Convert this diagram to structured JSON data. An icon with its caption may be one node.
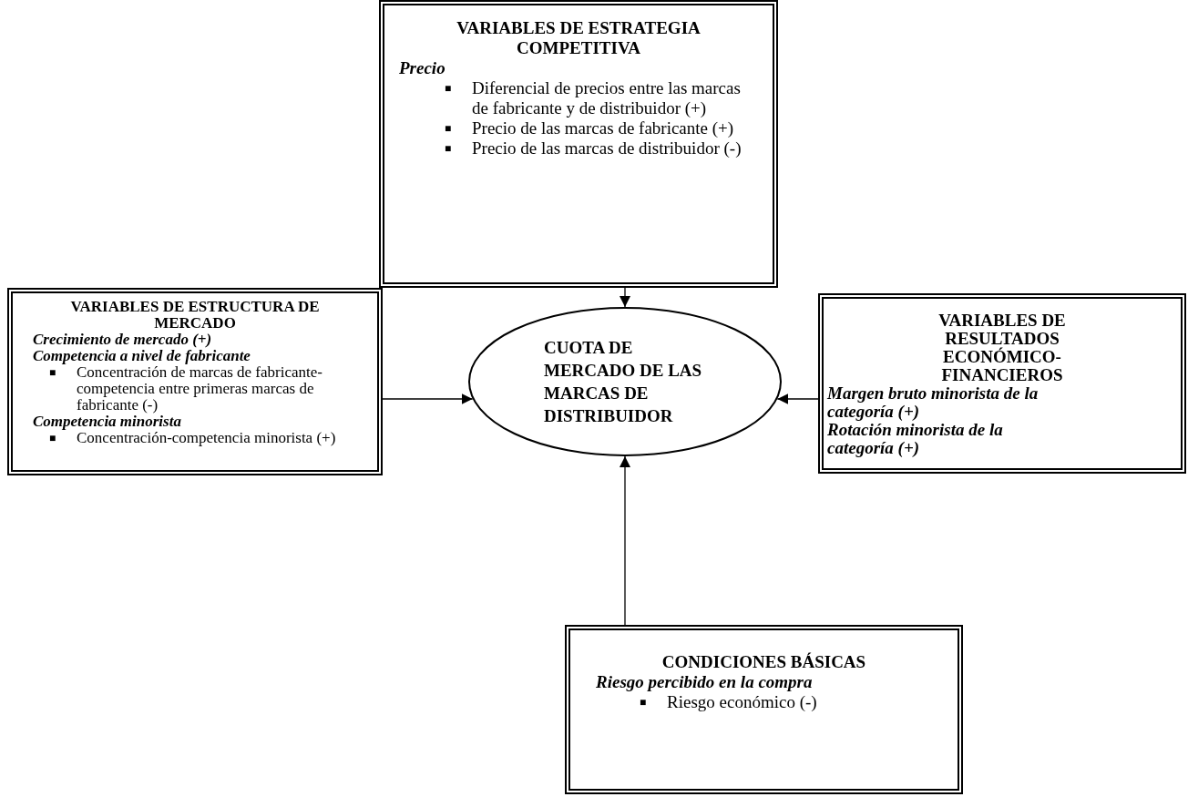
{
  "diagram": {
    "nodes": [
      {
        "text": [
          "VARIABLES DE ESTRATEGIA COMPETITIVA",
          "Precio",
          "■",
          "Diferencial de precios entre las marcas de fabricante y de distribuidor (+)",
          "■",
          "Precio de las marcas de fabricante (+)",
          "■",
          "Precio de las marcas de distribuidor (-)"
        ]
      },
      {
        "text": [
          "VARIABLES DE ESTRUCTURA DE MERCADO",
          "Crecimiento de mercado (+)",
          "Competencia a nivel de fabricante",
          "■",
          "Concentración de marcas de fabricante-competencia entre primeras marcas de fabricante (-)",
          "Competencia minorista",
          "■",
          "Concentración-competencia minorista (+)"
        ]
      },
      {
        "text": [
          "CUOTA DE MERCADO DE LAS MARCAS DE DISTRIBUIDOR"
        ]
      },
      {
        "text": [
          "VARIABLES DE RESULTADOS ECONÓMICO-FINANCIEROS",
          "Margen bruto minorista de la categoría (+)",
          "Rotación minorista de la categoría (+)"
        ]
      },
      {
        "text": [
          "CONDICIONES BÁSICAS",
          "Riesgo percibido en la compra",
          "■",
          "Riesgo económico (-)"
        ]
      }
    ],
    "edges": [
      {
        "from": 0,
        "to": 2,
        "arrow": "to"
      },
      {
        "from": 1,
        "to": 2,
        "arrow": "to"
      },
      {
        "from": 3,
        "to": 2,
        "arrow": "to"
      },
      {
        "from": 4,
        "to": 2,
        "arrow": "to"
      }
    ]
  }
}
